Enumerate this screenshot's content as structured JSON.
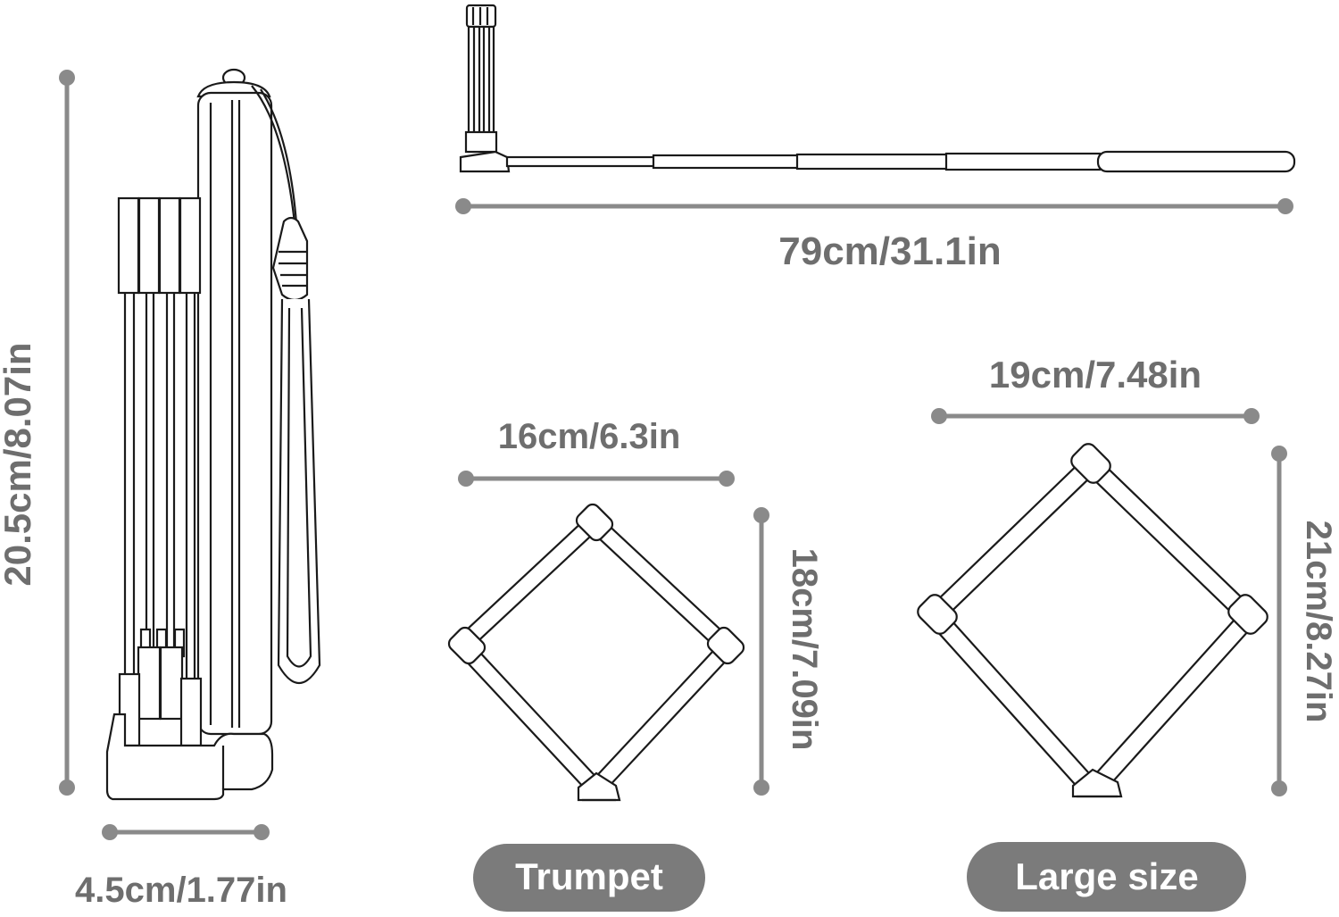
{
  "colors": {
    "dimension": "#8a8a8a",
    "dimension_text": "#6e6e6e",
    "outline": "#1a1a1a",
    "pill": "#7b7b7b",
    "background": "#ffffff"
  },
  "folded": {
    "height_label": "20.5cm/8.07in",
    "width_label": "4.5cm/1.77in"
  },
  "extended": {
    "length_label": "79cm/31.1in"
  },
  "trumpet": {
    "width_label": "16cm/6.3in",
    "height_label": "18cm/7.09in",
    "name": "Trumpet"
  },
  "large": {
    "width_label": "19cm/7.48in",
    "height_label": "21cm/8.27in",
    "name": "Large size"
  }
}
